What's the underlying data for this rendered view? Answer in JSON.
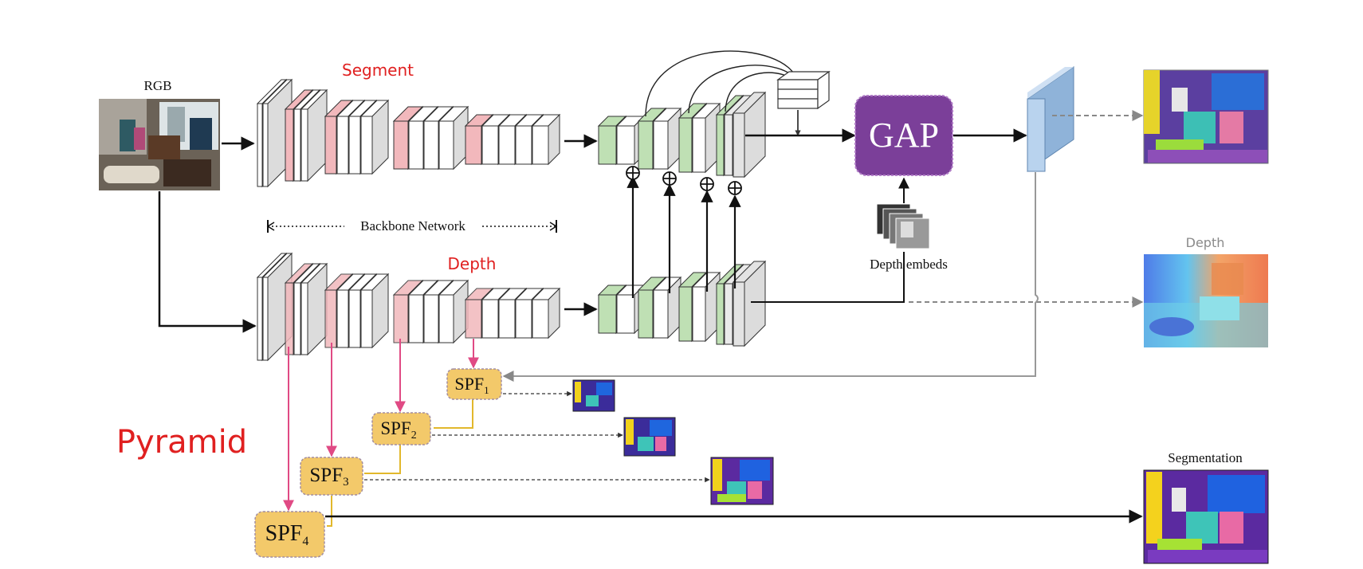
{
  "labels": {
    "rgb": "RGB",
    "segment": "Segment",
    "depth_branch": "Depth",
    "backbone": "Backbone Network",
    "gap": "GAP",
    "depth_embeds": "Depth embeds",
    "depth_output": "Depth",
    "segmentation_output": "Segmentation",
    "pyramid": "Pyramid"
  },
  "spf": [
    {
      "base": "SPF",
      "sub": "1"
    },
    {
      "base": "SPF",
      "sub": "2"
    },
    {
      "base": "SPF",
      "sub": "3"
    },
    {
      "base": "SPF",
      "sub": "4"
    }
  ],
  "colors": {
    "red_label": "#e02020",
    "pink_layer": "#f2b8bc",
    "green_layer": "#bfe0b4",
    "gap_fill": "#7b3f99",
    "spf_fill": "#f3c96a",
    "feature_blue": "#b9d3ee",
    "pink_arrow": "#e04a84",
    "yellow_line": "#e2b82c"
  }
}
